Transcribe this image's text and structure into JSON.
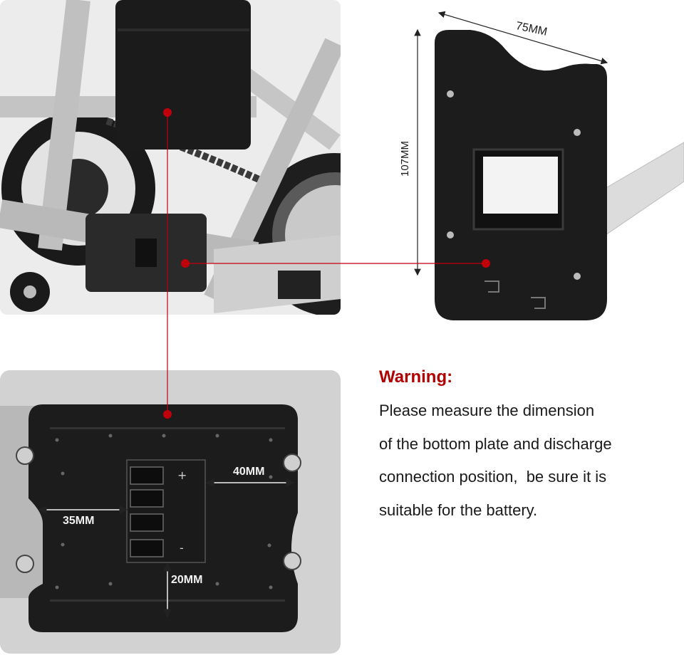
{
  "dimensions": {
    "plate_width": "75MM",
    "plate_height": "107MM",
    "right_margin": "40MM",
    "left_margin": "35MM",
    "bottom_margin": "20MM"
  },
  "terminals": {
    "plus": "+",
    "minus": "-"
  },
  "warning": {
    "title": "Warning:",
    "lines": [
      "Please measure the dimension",
      "of the bottom plate and discharge",
      "connection position,  be sure it is",
      "suitable for the battery."
    ]
  },
  "colors": {
    "accent": "#b00000",
    "leader_line": "#c0000a",
    "plate": "#1b1b1b",
    "frame": "#c8c8c8"
  }
}
